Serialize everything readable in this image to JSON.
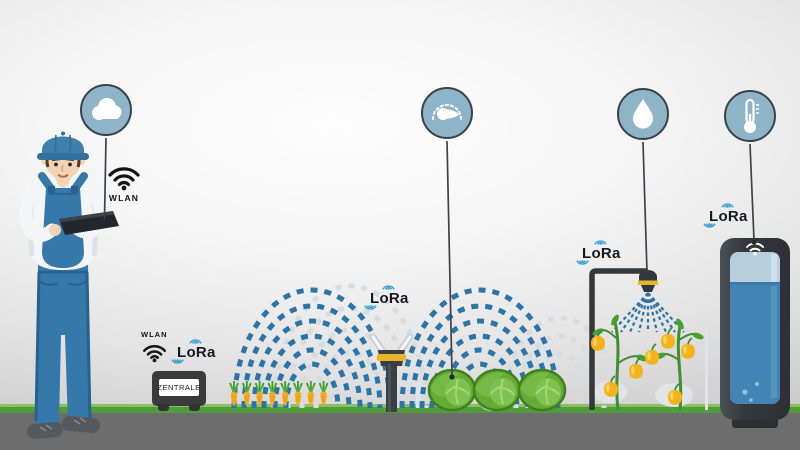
{
  "connectivity": {
    "wlan_label": "WLAN",
    "lora_label": "LoRa"
  },
  "central_unit": {
    "label": "ZENTRALE",
    "wlan_label": "WLAN"
  },
  "sensors": [
    {
      "icon": "cloud-icon",
      "connected_to": "farmer-tablet"
    },
    {
      "icon": "sprinkler-icon",
      "connected_to": "cabbage-field"
    },
    {
      "icon": "water-drop-icon",
      "connected_to": "overhead-sprinkler"
    },
    {
      "icon": "thermometer-icon",
      "connected_to": "water-tank"
    }
  ],
  "colors": {
    "sensor_circle_fill": "#8db5c7",
    "sensor_circle_stroke": "#39414c",
    "water_spray_blue": "#2b74a9",
    "lora_wave_blue": "#2e9ad2",
    "grass_green": "#4f9c3d",
    "ground_gray": "#6d6d6d",
    "device_dark": "#33383c",
    "tank_water_blue": "#4285b5",
    "accent_yellow": "#e9b42e",
    "cabbage_green": "#63ad33",
    "carrot_orange": "#f6a91d",
    "pepper_yellow": "#f5b21d",
    "overalls_blue": "#3579ab"
  }
}
